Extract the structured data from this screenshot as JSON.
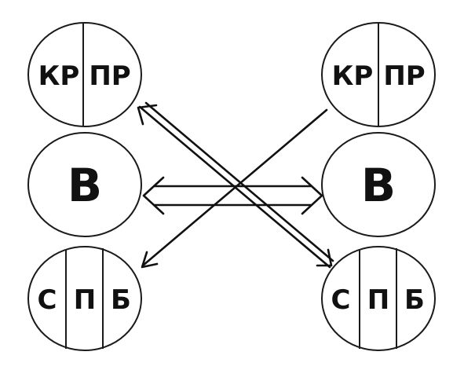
{
  "left": {
    "top": {
      "left_label": "КР",
      "right_label": "ПР"
    },
    "middle": {
      "label": "В"
    },
    "bottom": {
      "first_label": "С",
      "second_label": "П",
      "third_label": "Б"
    }
  },
  "right": {
    "top": {
      "left_label": "КР",
      "right_label": "ПР"
    },
    "middle": {
      "label": "В"
    },
    "bottom": {
      "first_label": "С",
      "second_label": "П",
      "third_label": "Б"
    }
  }
}
